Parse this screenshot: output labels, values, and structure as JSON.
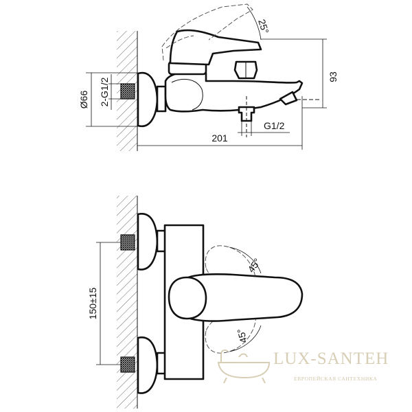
{
  "dimensions": {
    "handle_angle": "25°",
    "height": "93",
    "connector_diameter": "Ø66",
    "inlet_thread": "2-G1/2",
    "outlet_thread": "G1/2",
    "total_length": "201",
    "center_distance": "150±15",
    "lever_angle_up": "45°",
    "lever_angle_down": "45°"
  },
  "watermark": {
    "brand": "LUX-SANTEH",
    "tagline": "ЕВРОПЕЙСКАЯ САНТЕХНИКА",
    "logo_icon": "bathtub-icon"
  }
}
